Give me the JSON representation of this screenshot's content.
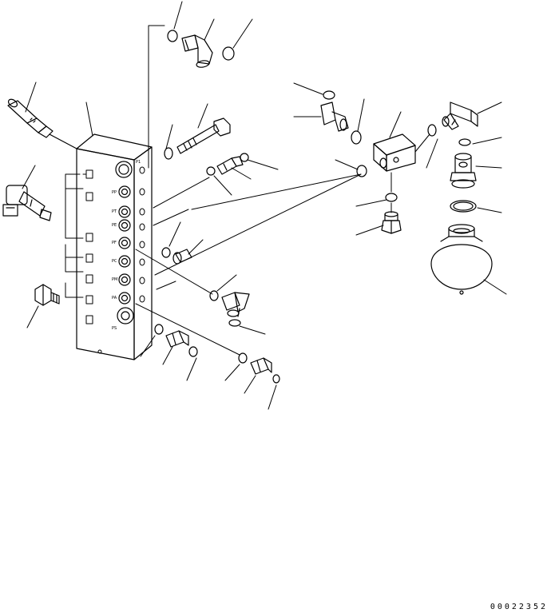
{
  "drawing": {
    "number": "00022352",
    "port_labels": [
      "P1",
      "PP",
      "PT",
      "PE",
      "PF",
      "PC",
      "PM",
      "PA",
      "PS"
    ]
  },
  "colors": {
    "line": "#000000",
    "paper": "#ffffff"
  },
  "icons": [
    "manifold-block-icon",
    "pressure-sensor-icon",
    "solenoid-valve-icon",
    "plug-icon",
    "elbow-fitting-icon",
    "connector-icon",
    "o-ring-icon",
    "bolt-icon",
    "washer-icon",
    "tee-block-icon",
    "accumulator-icon",
    "adapter-icon",
    "cap-icon"
  ]
}
